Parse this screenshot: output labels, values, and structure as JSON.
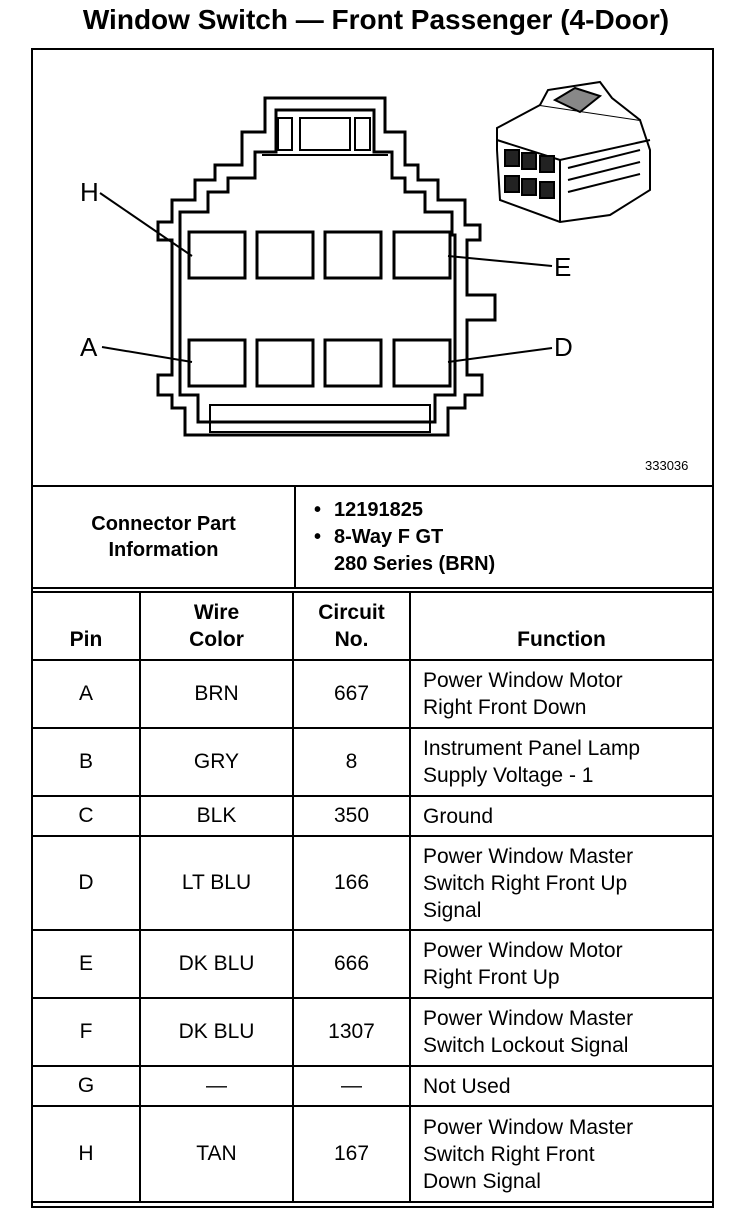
{
  "title": "Window Switch — Front Passenger (4-Door)",
  "diagram": {
    "pin_labels": {
      "H": "H",
      "E": "E",
      "A": "A",
      "D": "D"
    },
    "part_number": "333036"
  },
  "connector": {
    "label_line1": "Connector Part",
    "label_line2": "Information",
    "bullet": "•",
    "item1": "12191825",
    "item2_line1": "8-Way F GT",
    "item2_line2": "280 Series (BRN)"
  },
  "table": {
    "headers": {
      "pin": "Pin",
      "wire_color_1": "Wire",
      "wire_color_2": "Color",
      "circuit_1": "Circuit",
      "circuit_2": "No.",
      "function": "Function"
    },
    "rows": [
      {
        "pin": "A",
        "color": "BRN",
        "circuit": "667",
        "function": [
          "Power Window Motor",
          "Right Front Down"
        ]
      },
      {
        "pin": "B",
        "color": "GRY",
        "circuit": "8",
        "function": [
          "Instrument Panel Lamp",
          "Supply Voltage - 1"
        ]
      },
      {
        "pin": "C",
        "color": "BLK",
        "circuit": "350",
        "function": [
          "Ground"
        ]
      },
      {
        "pin": "D",
        "color": "LT BLU",
        "circuit": "166",
        "function": [
          "Power Window Master",
          "Switch Right Front Up",
          "Signal"
        ]
      },
      {
        "pin": "E",
        "color": "DK BLU",
        "circuit": "666",
        "function": [
          "Power Window Motor",
          "Right Front Up"
        ]
      },
      {
        "pin": "F",
        "color": "DK BLU",
        "circuit": "1307",
        "function": [
          "Power Window Master",
          "Switch Lockout Signal"
        ]
      },
      {
        "pin": "G",
        "color": "—",
        "circuit": "—",
        "function": [
          "Not Used"
        ]
      },
      {
        "pin": "H",
        "color": "TAN",
        "circuit": "167",
        "function": [
          "Power Window Master",
          "Switch Right Front",
          "Down Signal"
        ]
      }
    ]
  }
}
